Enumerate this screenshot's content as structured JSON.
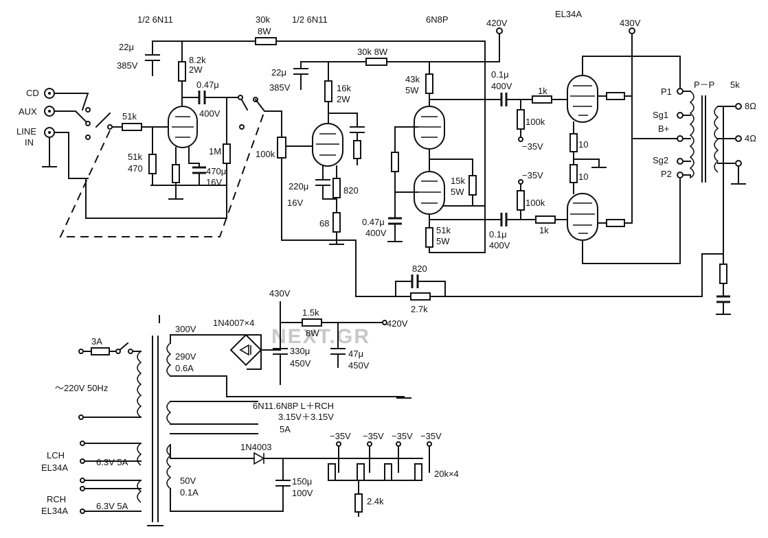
{
  "tubes": {
    "half_6n11_a": "1/2 6N11",
    "half_6n11_b": "1/2 6N11",
    "phase_splitter": "6N8P",
    "output": "EL34A"
  },
  "inputs": {
    "cd": "CD",
    "aux": "AUX",
    "line1": "LINE",
    "line2": "IN"
  },
  "supply_rails": {
    "b420_a": "420V",
    "b430_a": "430V",
    "b430_b": "430V",
    "b420_b": "420V"
  },
  "components": {
    "c1a": "22μ",
    "c1b": "385V",
    "r1a": "8.2k",
    "r1b": "2W",
    "rtop_a": "30k",
    "rtop_b": "8W",
    "r30k2": "30k  8W",
    "c2a": "22μ",
    "c2b": "385V",
    "r16a": "16k",
    "r16b": "2W",
    "r43a": "43k",
    "r43b": "5W",
    "c3a": "0.47μ",
    "c3b": "400V",
    "r51in": "51k",
    "r51k": "51k",
    "r470": "470",
    "c4a": "470μ",
    "c4b": "16V",
    "r1m": "1M",
    "pot100": "100k",
    "c5a": "220μ",
    "c5b": "16V",
    "r820": "820",
    "r68": "68",
    "c6a": "0.47μ",
    "c6b": "400V",
    "r15a": "15k",
    "r15b": "5W",
    "r51b_a": "51k",
    "r51b_b": "5W",
    "c7a": "0.1μ",
    "c7b": "400V",
    "c8a": "0.1μ",
    "c8b": "400V",
    "r1k_a": "1k",
    "r1k_b": "1k",
    "r100k_a": "100k",
    "r100k_b": "100k",
    "neg35_a": "−35V",
    "neg35_b": "−35V",
    "r10_a": "10",
    "r10_b": "10",
    "fb_c": "820",
    "fb_r": "2.7k"
  },
  "transformer": {
    "pp": "P－P",
    "imp": "5k",
    "p1": "P1",
    "sg1": "Sg1",
    "bplus": "B+",
    "sg2": "Sg2",
    "p2": "P2",
    "tap8": "8Ω",
    "tap4": "4Ω"
  },
  "power": {
    "fuse": "3A",
    "mains": "～220V 50Hz",
    "v300": "300V",
    "v290": "290V",
    "i06": "0.6A",
    "bridge": "1N4007×4",
    "c330a": "330μ",
    "c330b": "450V",
    "r15ka": "1.5k",
    "r15kb": "8W",
    "c47a": "47μ",
    "c47b": "450V",
    "heater_lbl": "6N11.6N8P  L＋RCH",
    "h315": "3.15V＋3.15V",
    "h5a": "5A",
    "diode": "1N4003",
    "neg": [
      "−35V",
      "−35V",
      "−35V",
      "−35V"
    ],
    "v50": "50V",
    "i01": "0.1A",
    "c150a": "150μ",
    "c150b": "100V",
    "r24": "2.4k",
    "pots": "20k×4",
    "lch1": "LCH",
    "lch2": "EL34A",
    "lch_v": "6.3V  5A",
    "rch1": "RCH",
    "rch2": "EL34A",
    "rch_v": "6.3V    5A"
  },
  "watermark": "NEXT.GR"
}
